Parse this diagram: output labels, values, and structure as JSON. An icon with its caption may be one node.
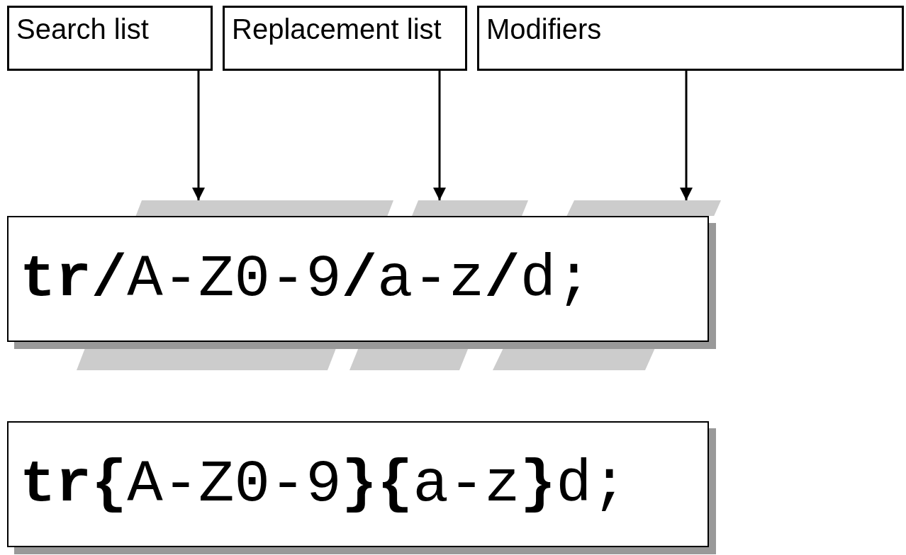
{
  "diagram": {
    "nodes": [
      {
        "text": [
          "Search list"
        ]
      },
      {
        "text": [
          "Replacement list"
        ]
      },
      {
        "text": [
          "Modifiers"
        ]
      },
      {
        "text": [],
        "shape": "band"
      },
      {
        "text": [],
        "shape": "band"
      },
      {
        "text": [],
        "shape": "band"
      },
      {
        "text": [
          "**tr/**A-Z0-9**/**a-z**/**d;"
        ]
      },
      {
        "text": [
          "**tr{**A-Z0-9**}{**a-z**}**d;"
        ]
      }
    ],
    "edges": [
      {
        "from": 0,
        "to": 3,
        "arrow": "to"
      },
      {
        "from": 1,
        "to": 4,
        "arrow": "to"
      },
      {
        "from": 2,
        "to": 5,
        "arrow": "to"
      }
    ]
  }
}
